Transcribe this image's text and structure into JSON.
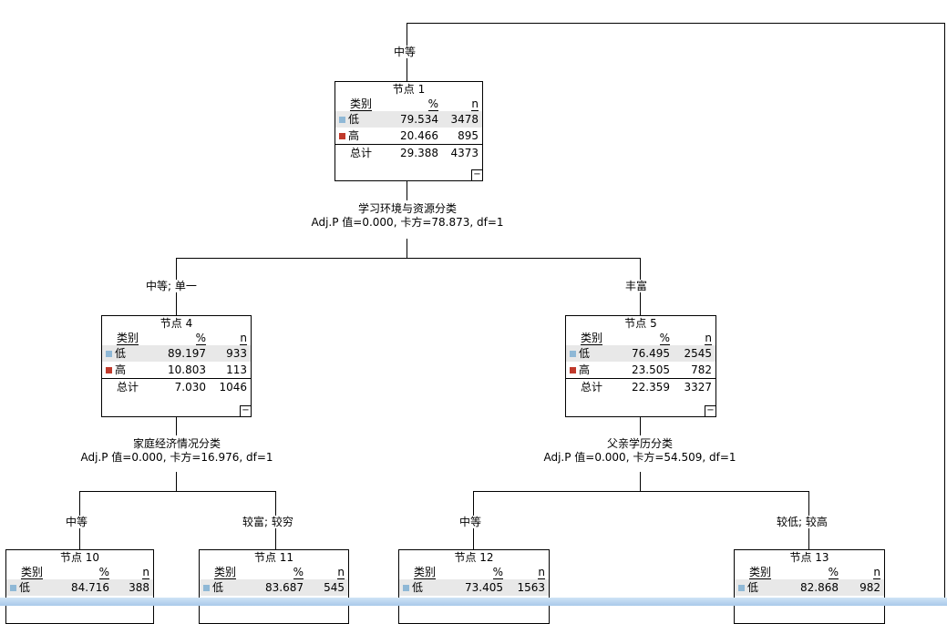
{
  "colors": {
    "low": "#8fb8d6",
    "high": "#c0392b",
    "bar": "#bcd6f0"
  },
  "table_headers": {
    "category": "类别",
    "percent": "%",
    "n": "n"
  },
  "icons": {
    "collapse": "minus-collapse-icon"
  },
  "edges": {
    "root_to_node1": "中等",
    "node1_left": "中等; 单一",
    "node1_right": "丰富",
    "node4_left": "中等",
    "node4_right": "较富; 较穷",
    "node5_left": "中等",
    "node5_right": "较低; 较高"
  },
  "splits": {
    "node1": {
      "variable": "学习环境与资源分类",
      "stats": "Adj.P 值=0.000, 卡方=78.873, df=1"
    },
    "node4": {
      "variable": "家庭经济情况分类",
      "stats": "Adj.P 值=0.000, 卡方=16.976, df=1"
    },
    "node5": {
      "variable": "父亲学历分类",
      "stats": "Adj.P 值=0.000, 卡方=54.509, df=1"
    }
  },
  "nodes": {
    "node1": {
      "title": "节点 1",
      "rows": [
        {
          "cat": "低",
          "pct": "79.534",
          "n": "3478"
        },
        {
          "cat": "高",
          "pct": "20.466",
          "n": "895"
        }
      ],
      "total": {
        "label": "总计",
        "pct": "29.388",
        "n": "4373"
      }
    },
    "node4": {
      "title": "节点 4",
      "rows": [
        {
          "cat": "低",
          "pct": "89.197",
          "n": "933"
        },
        {
          "cat": "高",
          "pct": "10.803",
          "n": "113"
        }
      ],
      "total": {
        "label": "总计",
        "pct": "7.030",
        "n": "1046"
      }
    },
    "node5": {
      "title": "节点 5",
      "rows": [
        {
          "cat": "低",
          "pct": "76.495",
          "n": "2545"
        },
        {
          "cat": "高",
          "pct": "23.505",
          "n": "782"
        }
      ],
      "total": {
        "label": "总计",
        "pct": "22.359",
        "n": "3327"
      }
    },
    "node10": {
      "title": "节点 10",
      "rows": [
        {
          "cat": "低",
          "pct": "84.716",
          "n": "388"
        }
      ]
    },
    "node11": {
      "title": "节点 11",
      "rows": [
        {
          "cat": "低",
          "pct": "83.687",
          "n": "545"
        }
      ]
    },
    "node12": {
      "title": "节点 12",
      "rows": [
        {
          "cat": "低",
          "pct": "73.405",
          "n": "1563"
        }
      ]
    },
    "node13": {
      "title": "节点 13",
      "rows": [
        {
          "cat": "低",
          "pct": "82.868",
          "n": "982"
        }
      ]
    }
  }
}
